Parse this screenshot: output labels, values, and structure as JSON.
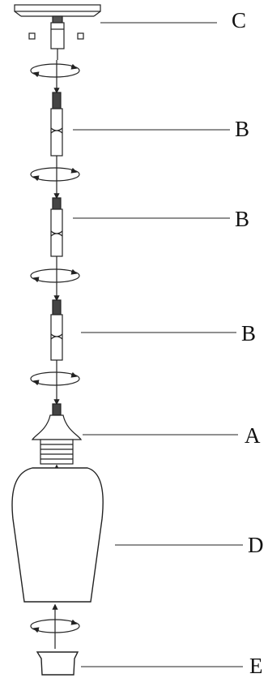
{
  "labels": {
    "canopy": "C",
    "rod_1": "B",
    "rod_2": "B",
    "rod_3": "B",
    "socket": "A",
    "shade": "D",
    "bulb_cap": "E"
  },
  "colors": {
    "ink": "#111111",
    "stroke": "#222222",
    "background": "#ffffff"
  }
}
